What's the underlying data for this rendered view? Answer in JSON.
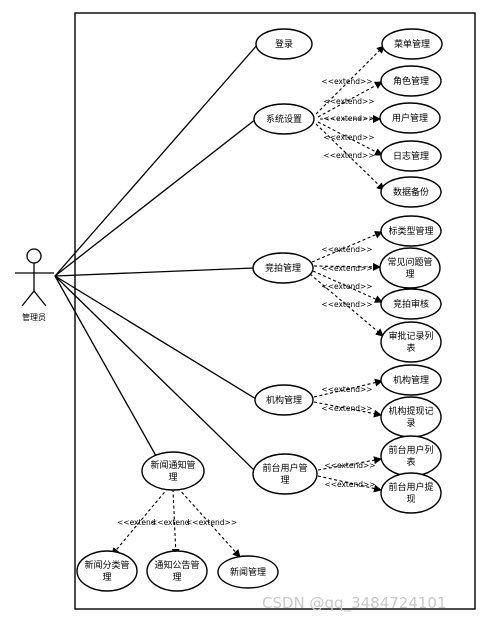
{
  "actor": {
    "label": "管理员"
  },
  "extend_label": "<<extend>>",
  "use_cases": {
    "login": "登录",
    "system_settings": "系统设置",
    "menu_mgmt": "菜单管理",
    "role_mgmt": "角色管理",
    "user_mgmt": "用户管理",
    "log_mgmt": "日志管理",
    "data_backup": "数据备份",
    "auction_mgmt": "竞拍管理",
    "type_mgmt": "标类型管理",
    "faq_mgmt": [
      "常见问题管",
      "理"
    ],
    "auction_review": "竞拍审核",
    "approval_list": [
      "审批记录列",
      "表"
    ],
    "org_mgmt": "机构管理",
    "org_mgmt_sub": "机构管理",
    "org_withdraw": [
      "机构提现记",
      "录"
    ],
    "front_user_mgmt": [
      "前台用户管",
      "理"
    ],
    "front_user_list": [
      "前台用户列",
      "表"
    ],
    "front_user_withdraw": [
      "前台用户提",
      "现"
    ],
    "news_mgmt": [
      "新闻通知管",
      "理"
    ],
    "news_category": [
      "新闻分类管",
      "理"
    ],
    "notice_mgmt": [
      "通知公告管",
      "理"
    ],
    "news_sub": "新闻管理"
  },
  "bottom_extend_labels": [
    "<<extend",
    "<<extend",
    "<<extend>>"
  ],
  "watermark": "CSDN @qq_3484724101"
}
